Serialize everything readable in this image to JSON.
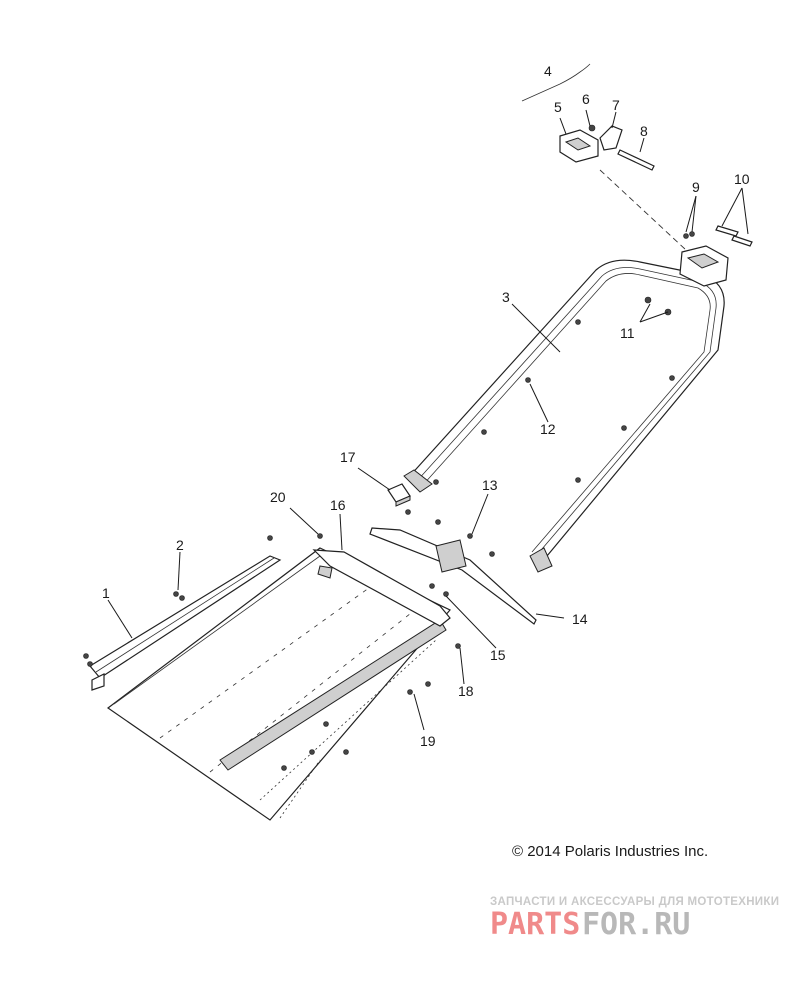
{
  "diagram": {
    "callouts": [
      "1",
      "2",
      "3",
      "4",
      "5",
      "6",
      "7",
      "8",
      "9",
      "10",
      "11",
      "12",
      "14",
      "13",
      "15",
      "16",
      "17",
      "18",
      "19",
      "20"
    ]
  },
  "copyright": "© 2014 Polaris Industries Inc.",
  "watermark": {
    "tagline": "ЗАПЧАСТИ И АКСЕССУАРЫ ДЛЯ МОТОТЕХНИКИ",
    "logo_part1": "PARTS",
    "logo_part2": "FOR.RU",
    "colors": {
      "red": "#f08a8a",
      "gray": "#b8b8b8"
    }
  }
}
